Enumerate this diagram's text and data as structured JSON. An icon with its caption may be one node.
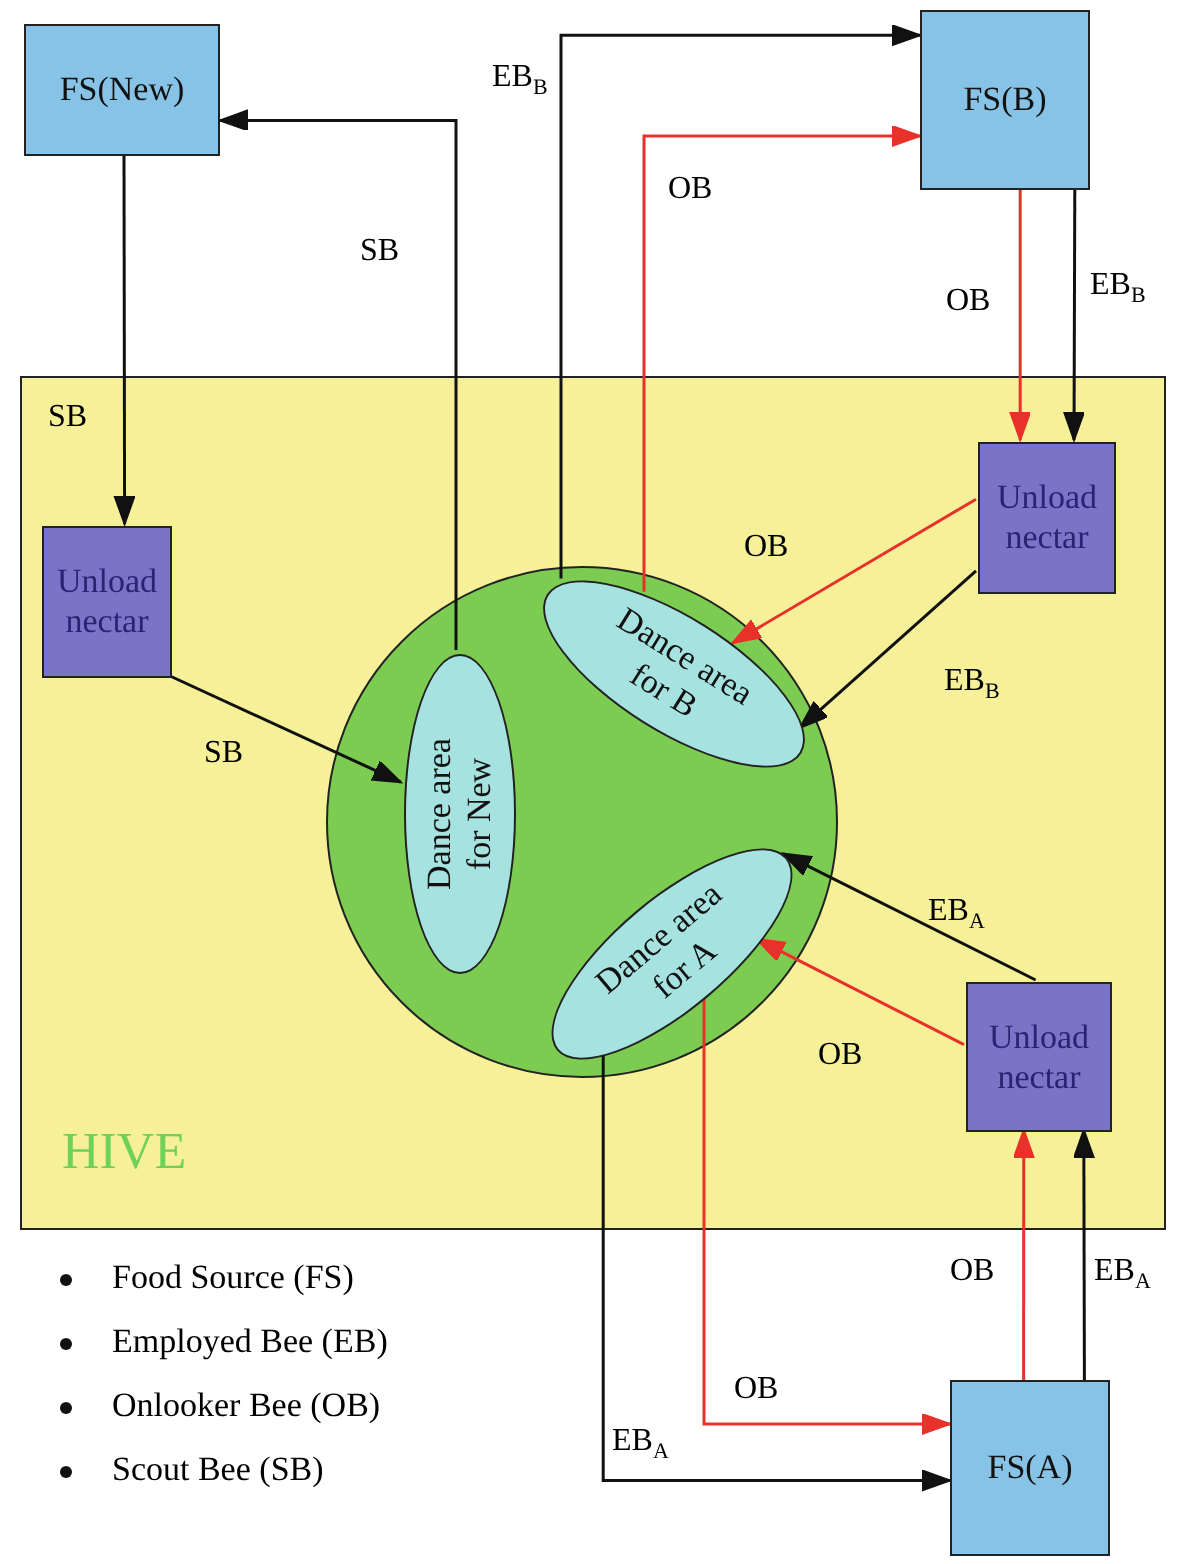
{
  "diagram": {
    "nodes": [
      {
        "text": [
          "FS(New)"
        ]
      },
      {
        "text": [
          "FS(B)"
        ]
      },
      {
        "text": [
          "HIVE"
        ]
      },
      {
        "text": [
          "Unload nectar"
        ],
        "in": 2
      },
      {
        "text": [
          "Unload nectar"
        ],
        "in": 2
      },
      {
        "text": [],
        "shape": "circle",
        "in": 2
      },
      {
        "text": [
          "Dance area for New"
        ],
        "in": 5
      },
      {
        "text": [
          "Dance area for B"
        ],
        "in": 5
      },
      {
        "text": [
          "Dance area for A"
        ],
        "in": 5
      },
      {
        "text": [
          "Unload nectar"
        ],
        "in": 2
      },
      {
        "text": [
          "FS(A)"
        ]
      }
    ],
    "edges": [
      {
        "from": 6,
        "to": 0,
        "arrow": "to",
        "label": "SB"
      },
      {
        "from": 0,
        "to": 3,
        "arrow": "to",
        "label": "SB"
      },
      {
        "from": 3,
        "to": 6,
        "arrow": "to",
        "label": "SB"
      },
      {
        "from": 7,
        "to": 1,
        "arrow": "to",
        "label": "EB$_{B}$"
      },
      {
        "from": 7,
        "to": 1,
        "arrow": "to",
        "label": "OB",
        "color": "#e8312a"
      },
      {
        "from": 1,
        "to": 4,
        "arrow": "to",
        "label": "OB",
        "color": "#e8312a"
      },
      {
        "from": 1,
        "to": 4,
        "arrow": "to",
        "label": "EB$_{B}$"
      },
      {
        "from": 4,
        "to": 7,
        "arrow": "to",
        "label": "OB",
        "color": "#e8312a"
      },
      {
        "from": 4,
        "to": 7,
        "arrow": "to",
        "label": "EB$_{B}$"
      },
      {
        "from": 9,
        "to": 8,
        "arrow": "to",
        "label": "EB$_{A}$"
      },
      {
        "from": 9,
        "to": 8,
        "arrow": "to",
        "label": "OB",
        "color": "#e8312a"
      },
      {
        "from": 10,
        "to": 9,
        "arrow": "to",
        "label": "OB",
        "color": "#e8312a"
      },
      {
        "from": 10,
        "to": 9,
        "arrow": "to",
        "label": "EB$_{A}$"
      },
      {
        "from": 8,
        "to": 10,
        "arrow": "to",
        "label": "OB",
        "color": "#e8312a"
      },
      {
        "from": 8,
        "to": 10,
        "arrow": "to",
        "label": "EB$_{A}$"
      }
    ],
    "labels": [
      "Food Source (FS)",
      "Employed Bee (EB)",
      "Onlooker Bee (OB)",
      "Scout Bee (SB)"
    ]
  }
}
